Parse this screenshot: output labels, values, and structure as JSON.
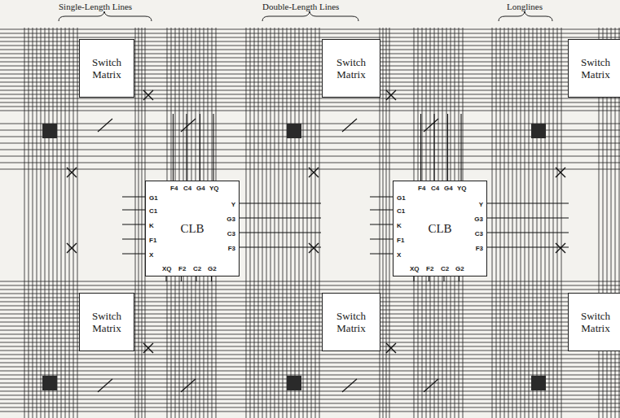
{
  "diagram": {
    "nodes": [
      {
        "text": [
          "Switch Matrix"
        ]
      },
      {
        "text": [
          "Switch Matrix"
        ]
      },
      {
        "text": [
          "Switch Matrix"
        ]
      },
      {
        "text": [
          "CLB"
        ]
      },
      {
        "text": [
          "CLB"
        ]
      },
      {
        "text": [
          "Switch Matrix"
        ]
      },
      {
        "text": [
          "Switch Matrix"
        ]
      },
      {
        "text": [
          "Switch Matrix"
        ]
      }
    ],
    "labels": [
      "Single-Length Lines",
      "Double-Length Lines",
      "Longlines",
      "F4",
      "C4",
      "G4",
      "YQ",
      "G1",
      "C1",
      "K",
      "F1",
      "X",
      "Y",
      "G3",
      "C3",
      "F3",
      "XQ",
      "F2",
      "C2",
      "G2",
      "F4",
      "C4",
      "G4",
      "YQ",
      "G1",
      "C1",
      "K",
      "F1",
      "X",
      "Y",
      "G3",
      "C3",
      "F3",
      "XQ",
      "F2",
      "C2",
      "G2"
    ]
  }
}
